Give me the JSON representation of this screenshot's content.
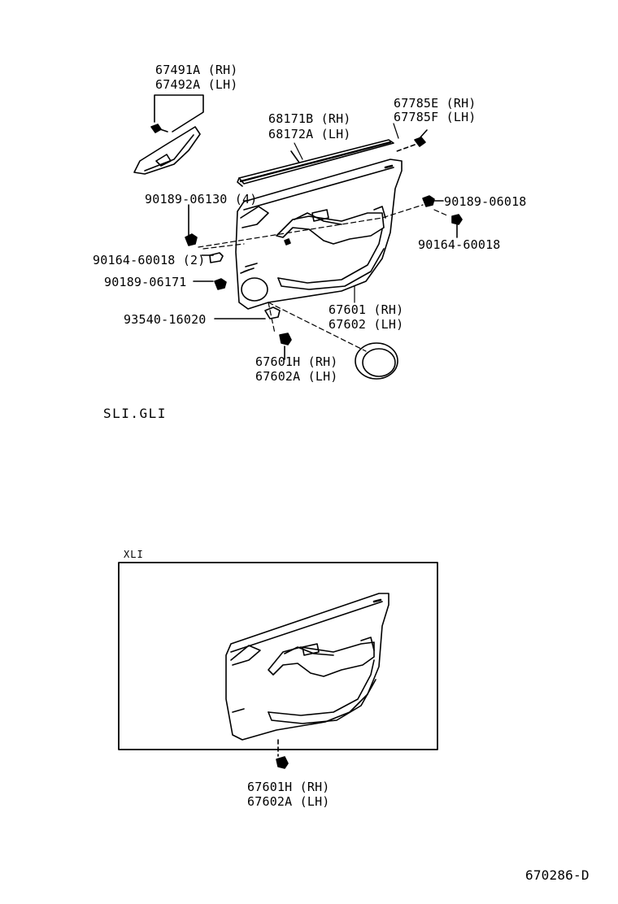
{
  "callouts": {
    "moulding_upper_rh": "67491A (RH)",
    "moulding_upper_lh": "67492A (LH)",
    "weatherstrip_rh": "68171B (RH)",
    "weatherstrip_lh": "68172A (LH)",
    "clip_rh": "67785E (RH)",
    "clip_lh": "67785F (LH)",
    "nut_left": "90189-06130 (4)",
    "nut_right": "90189-06018",
    "screw_right": "90164-60018",
    "screw_left": "90164-60018 (2)",
    "nut_lower": "90189-06171",
    "clip_lower": "93540-16020",
    "panel_rh": "67601 (RH)",
    "panel_lh": "67602 (LH)",
    "fastener_rh": "67601H (RH)",
    "fastener_lh": "67602A (LH)",
    "fastener2_rh": "67601H (RH)",
    "fastener2_lh": "67602A (LH)"
  },
  "variants": {
    "upper": "SLI.GLI",
    "lower": "XLI"
  },
  "figure_code": "670286-D"
}
